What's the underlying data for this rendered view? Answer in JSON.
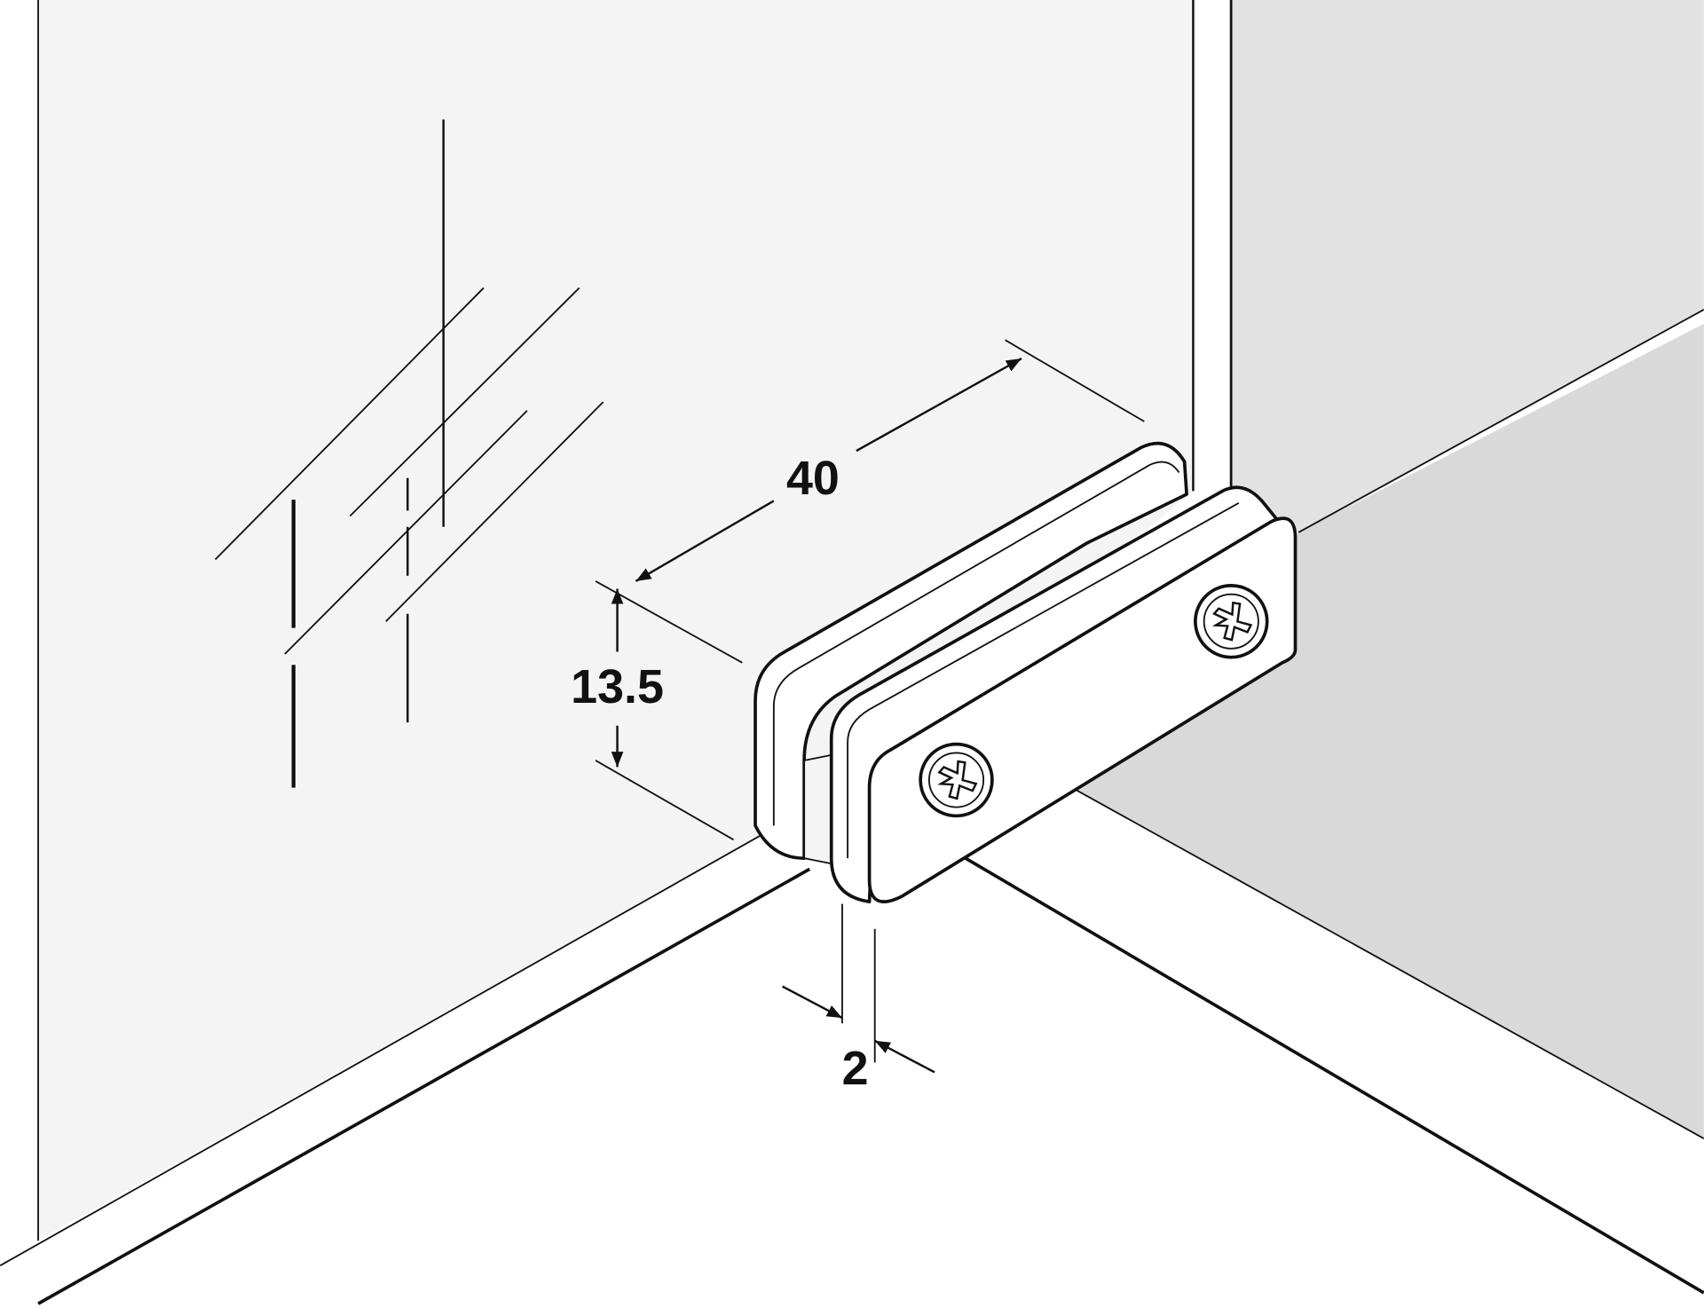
{
  "diagram": {
    "dimensions": {
      "length": "40",
      "height": "13.5",
      "thickness": "2"
    },
    "colors": {
      "glass": "#f4f4f4",
      "wall": "#e2e2e2",
      "shelf": "#d9d9d9",
      "clip": "#ffffff",
      "line": "#111111"
    }
  }
}
